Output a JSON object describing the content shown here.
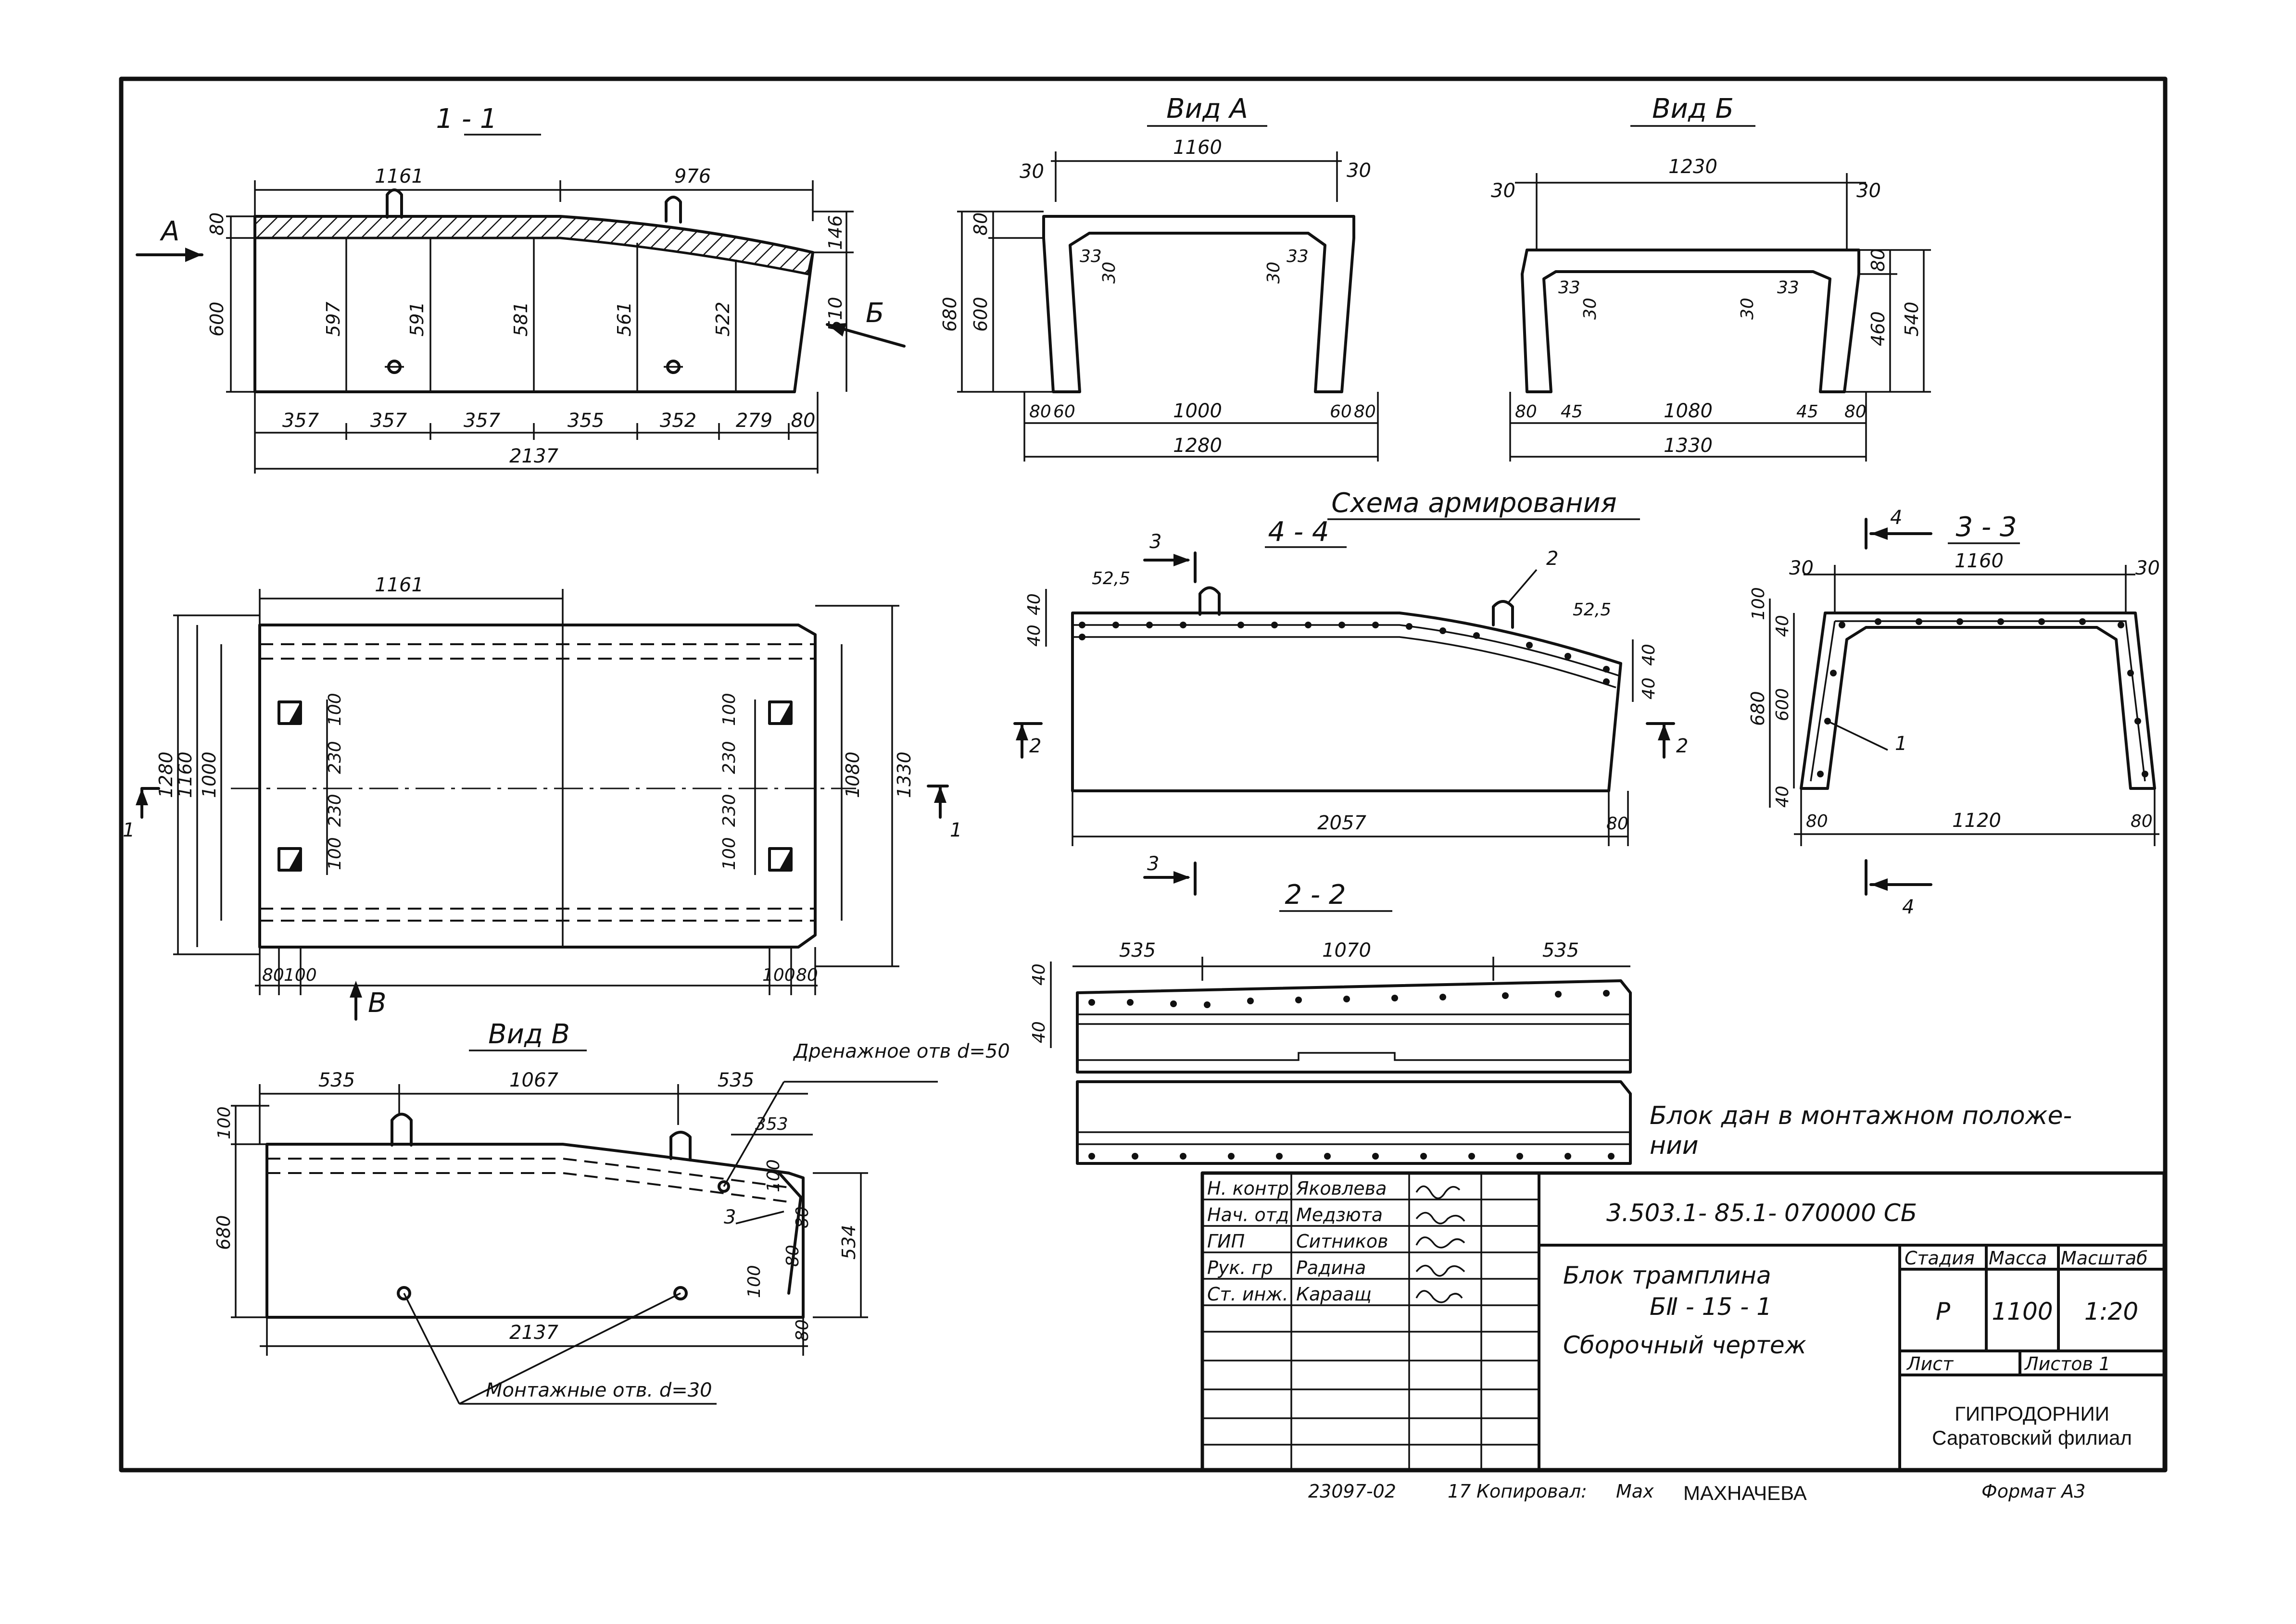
{
  "views": {
    "section_1_1": {
      "title": "1 - 1",
      "top_dims": [
        "1161",
        "976"
      ],
      "left_dims": [
        "80",
        "600"
      ],
      "right_dims": [
        "146",
        "510"
      ],
      "heights": [
        "597",
        "591",
        "581",
        "561",
        "522"
      ],
      "bottom_dims": [
        "357",
        "357",
        "357",
        "355",
        "352",
        "279",
        "80"
      ],
      "total": "2137",
      "arrow_a": "А",
      "arrow_b": "Б"
    },
    "view_a": {
      "title": "Вид А",
      "top": [
        "30",
        "1160",
        "30"
      ],
      "inner": [
        "33",
        "30",
        "30",
        "33"
      ],
      "left": [
        "80",
        "680",
        "600"
      ],
      "bottom": [
        "80",
        "60",
        "1000",
        "60",
        "80"
      ],
      "total": "1280"
    },
    "view_b": {
      "title": "Вид Б",
      "top": [
        "30",
        "1230",
        "30"
      ],
      "inner": [
        "33",
        "30",
        "30",
        "33"
      ],
      "right": [
        "80",
        "460",
        "540"
      ],
      "bottom": [
        "80",
        "45",
        "1080",
        "45",
        "80"
      ],
      "total": "1330"
    },
    "plan": {
      "top": "1161",
      "left": [
        "1280",
        "1160",
        "1000"
      ],
      "left_mark": "1",
      "right": [
        "1080",
        "1330"
      ],
      "right_mark": "1",
      "holes": [
        "100",
        "230",
        "230",
        "100"
      ],
      "bottom_left": [
        "80",
        "100"
      ],
      "bottom_right": [
        "100",
        "80"
      ],
      "arrow_v": "В"
    },
    "reinforcement": {
      "title": "Схема армирования",
      "section_4_4": "4 - 4",
      "left_dims": [
        "52,5",
        "40",
        "40"
      ],
      "right_dims": [
        "52,5",
        "40",
        "40"
      ],
      "callout": "2",
      "mark3": "3",
      "mark2": "2",
      "bottom": [
        "2057",
        "80"
      ]
    },
    "section_3_3": {
      "title": "3 - 3",
      "mark4": "4",
      "top": [
        "30",
        "1160",
        "30"
      ],
      "left": [
        "100",
        "680",
        "40",
        "600",
        "40"
      ],
      "bottom": [
        "80",
        "1120",
        "80"
      ],
      "callout": "1"
    },
    "section_2_2": {
      "title": "2 - 2",
      "top": [
        "535",
        "1070",
        "535"
      ],
      "left": [
        "40",
        "40"
      ],
      "note": "Блок дан в монтажном положе- нии"
    },
    "view_v": {
      "title": "Вид В",
      "top": [
        "535",
        "1067",
        "535"
      ],
      "left": [
        "100",
        "680"
      ],
      "right": [
        "353",
        "100",
        "534"
      ],
      "right_small": [
        "80",
        "80",
        "100",
        "80"
      ],
      "drain": "Дренажное отв d=50",
      "mark3": "3",
      "bottom": "2137",
      "mount": "Монтажные отв. d=30"
    }
  },
  "title_block": {
    "rows": [
      {
        "role": "Н. контр.",
        "name": "Яковлева"
      },
      {
        "role": "Нач. отд",
        "name": "Медзюта"
      },
      {
        "role": "ГИП",
        "name": "Ситников"
      },
      {
        "role": "Рук. гр",
        "name": "Радина"
      },
      {
        "role": "Ст. инж.",
        "name": "Караащ"
      }
    ],
    "code": "3.503.1- 85.1- 070000 СБ",
    "name_line1": "Блок трамплина",
    "name_line2": "БⅡ - 15 - 1",
    "name_line3": "Сборочный чертеж",
    "headers": [
      "Стадия",
      "Масса",
      "Масштаб"
    ],
    "values": [
      "Р",
      "1100",
      "1:20"
    ],
    "sheet": "Лист",
    "sheets": "Листов 1",
    "org1": "ГИПРОДОРНИИ",
    "org2": "Саратовский филиал"
  },
  "footer": {
    "number": "23097-02",
    "page": "17",
    "copied": "Копировал:",
    "sig": "Мах",
    "copier": "МАХНАЧЕВА",
    "format": "Формат А3"
  }
}
